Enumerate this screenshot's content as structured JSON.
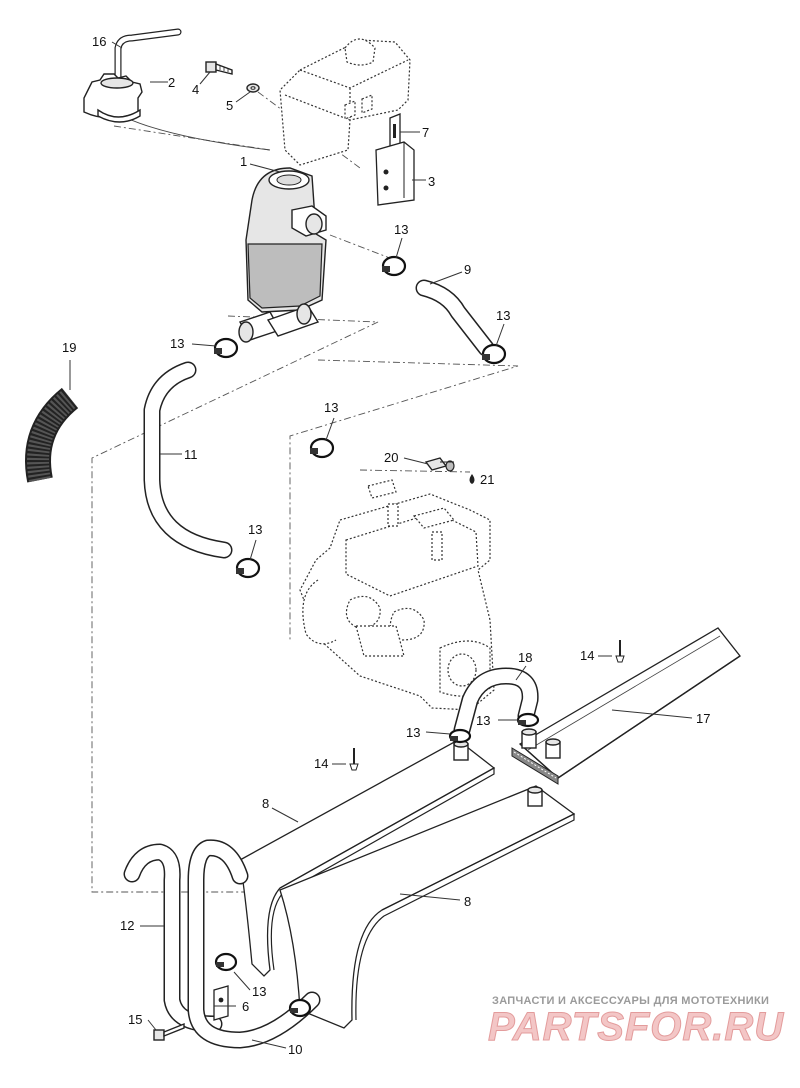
{
  "callouts": [
    {
      "id": "c16",
      "text": "16"
    },
    {
      "id": "c2",
      "text": "2"
    },
    {
      "id": "c4",
      "text": "4"
    },
    {
      "id": "c5",
      "text": "5"
    },
    {
      "id": "c7",
      "text": "7"
    },
    {
      "id": "c3",
      "text": "3"
    },
    {
      "id": "c1",
      "text": "1"
    },
    {
      "id": "c13a",
      "text": "13"
    },
    {
      "id": "c9",
      "text": "9"
    },
    {
      "id": "c13b",
      "text": "13"
    },
    {
      "id": "c13c",
      "text": "13"
    },
    {
      "id": "c19",
      "text": "19"
    },
    {
      "id": "c13d",
      "text": "13"
    },
    {
      "id": "c11",
      "text": "11"
    },
    {
      "id": "c20",
      "text": "20"
    },
    {
      "id": "c21",
      "text": "21"
    },
    {
      "id": "c13e",
      "text": "13"
    },
    {
      "id": "c14a",
      "text": "14"
    },
    {
      "id": "c18",
      "text": "18"
    },
    {
      "id": "c13f",
      "text": "13"
    },
    {
      "id": "c13g",
      "text": "13"
    },
    {
      "id": "c17",
      "text": "17"
    },
    {
      "id": "c14b",
      "text": "14"
    },
    {
      "id": "c8a",
      "text": "8"
    },
    {
      "id": "c8b",
      "text": "8"
    },
    {
      "id": "c12",
      "text": "12"
    },
    {
      "id": "c6",
      "text": "6"
    },
    {
      "id": "c13h",
      "text": "13"
    },
    {
      "id": "c15",
      "text": "15"
    },
    {
      "id": "c10",
      "text": "10"
    }
  ],
  "watermark": {
    "top_text": "ЗАПЧАСТИ И АКСЕССУАРЫ ДЛЯ МОТОТЕХНИКИ",
    "logo_text": "PARTSFOR.RU"
  }
}
